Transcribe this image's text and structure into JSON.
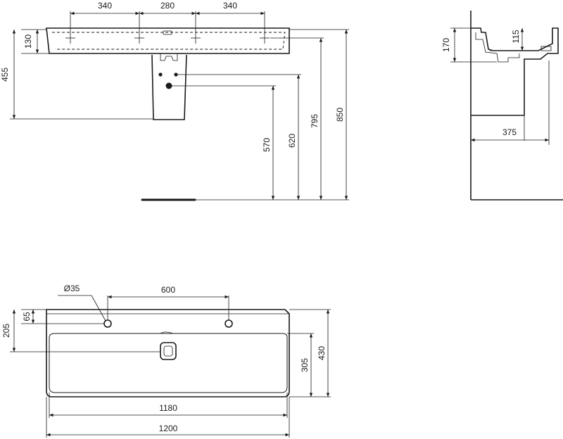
{
  "front_view": {
    "top_dims": [
      "340",
      "280",
      "340"
    ],
    "left_dims": [
      "130",
      "455"
    ],
    "right_dims": [
      "570",
      "620",
      "795",
      "850"
    ]
  },
  "side_view": {
    "dims": [
      "170",
      "115",
      "375"
    ]
  },
  "top_view": {
    "hole_diameter": "Ø35",
    "hole_spacing": "600",
    "left_dims": [
      "65",
      "205"
    ],
    "right_dims": [
      "305",
      "430"
    ],
    "bottom_dims": [
      "1180",
      "1200"
    ]
  }
}
